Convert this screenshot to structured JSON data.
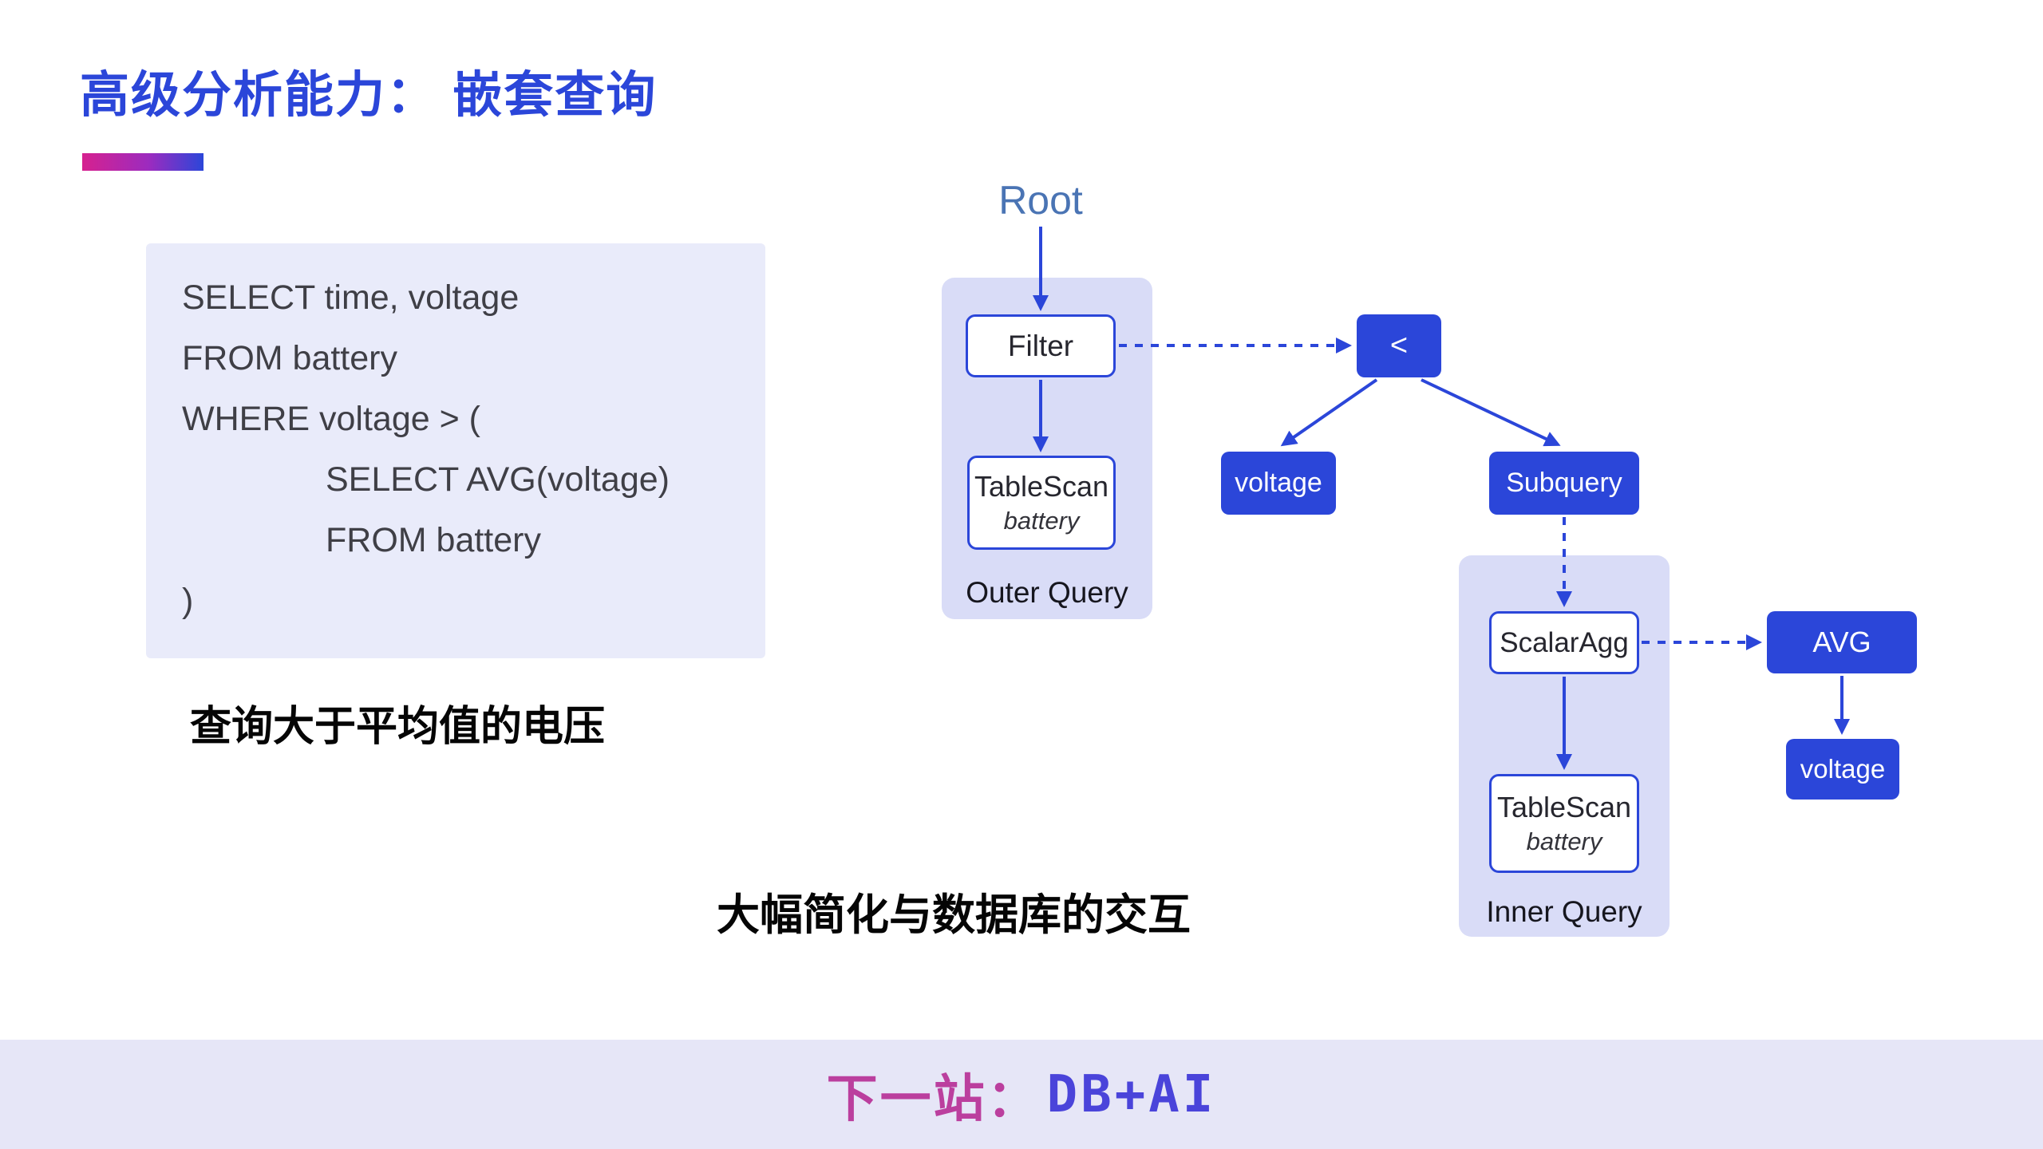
{
  "title": "高级分析能力： 嵌套查询",
  "sql": {
    "lines": [
      "SELECT time, voltage",
      "FROM battery",
      "WHERE voltage > (",
      "SELECT AVG(voltage)",
      "FROM battery",
      ")"
    ]
  },
  "captions": {
    "sql_caption": "查询大于平均值的电压",
    "bottom_caption": "大幅简化与数据库的交互"
  },
  "diagram": {
    "root_label": "Root",
    "outer_query": {
      "label": "Outer Query",
      "filter": "Filter",
      "tablescan": "TableScan",
      "tablescan_table": "battery"
    },
    "compare_op": "<",
    "voltage_left": "voltage",
    "subquery": "Subquery",
    "inner_query": {
      "label": "Inner Query",
      "scalaragg": "ScalarAgg",
      "tablescan": "TableScan",
      "tablescan_table": "battery"
    },
    "avg": "AVG",
    "voltage_right": "voltage"
  },
  "footer": {
    "prefix": "下一站：",
    "brand": "DB+AI"
  },
  "colors": {
    "accent_blue": "#2b46d9",
    "panel_lavender": "#d9dcf7",
    "code_bg": "#e9ebfa",
    "footer_bg": "#e6e6f7",
    "footer_magenta": "#bb3f9e",
    "root_label_blue": "#4a74b4",
    "title_blue": "#2b46d9",
    "underline_gradient_start": "#d6218f",
    "underline_gradient_end": "#2b46d9"
  }
}
